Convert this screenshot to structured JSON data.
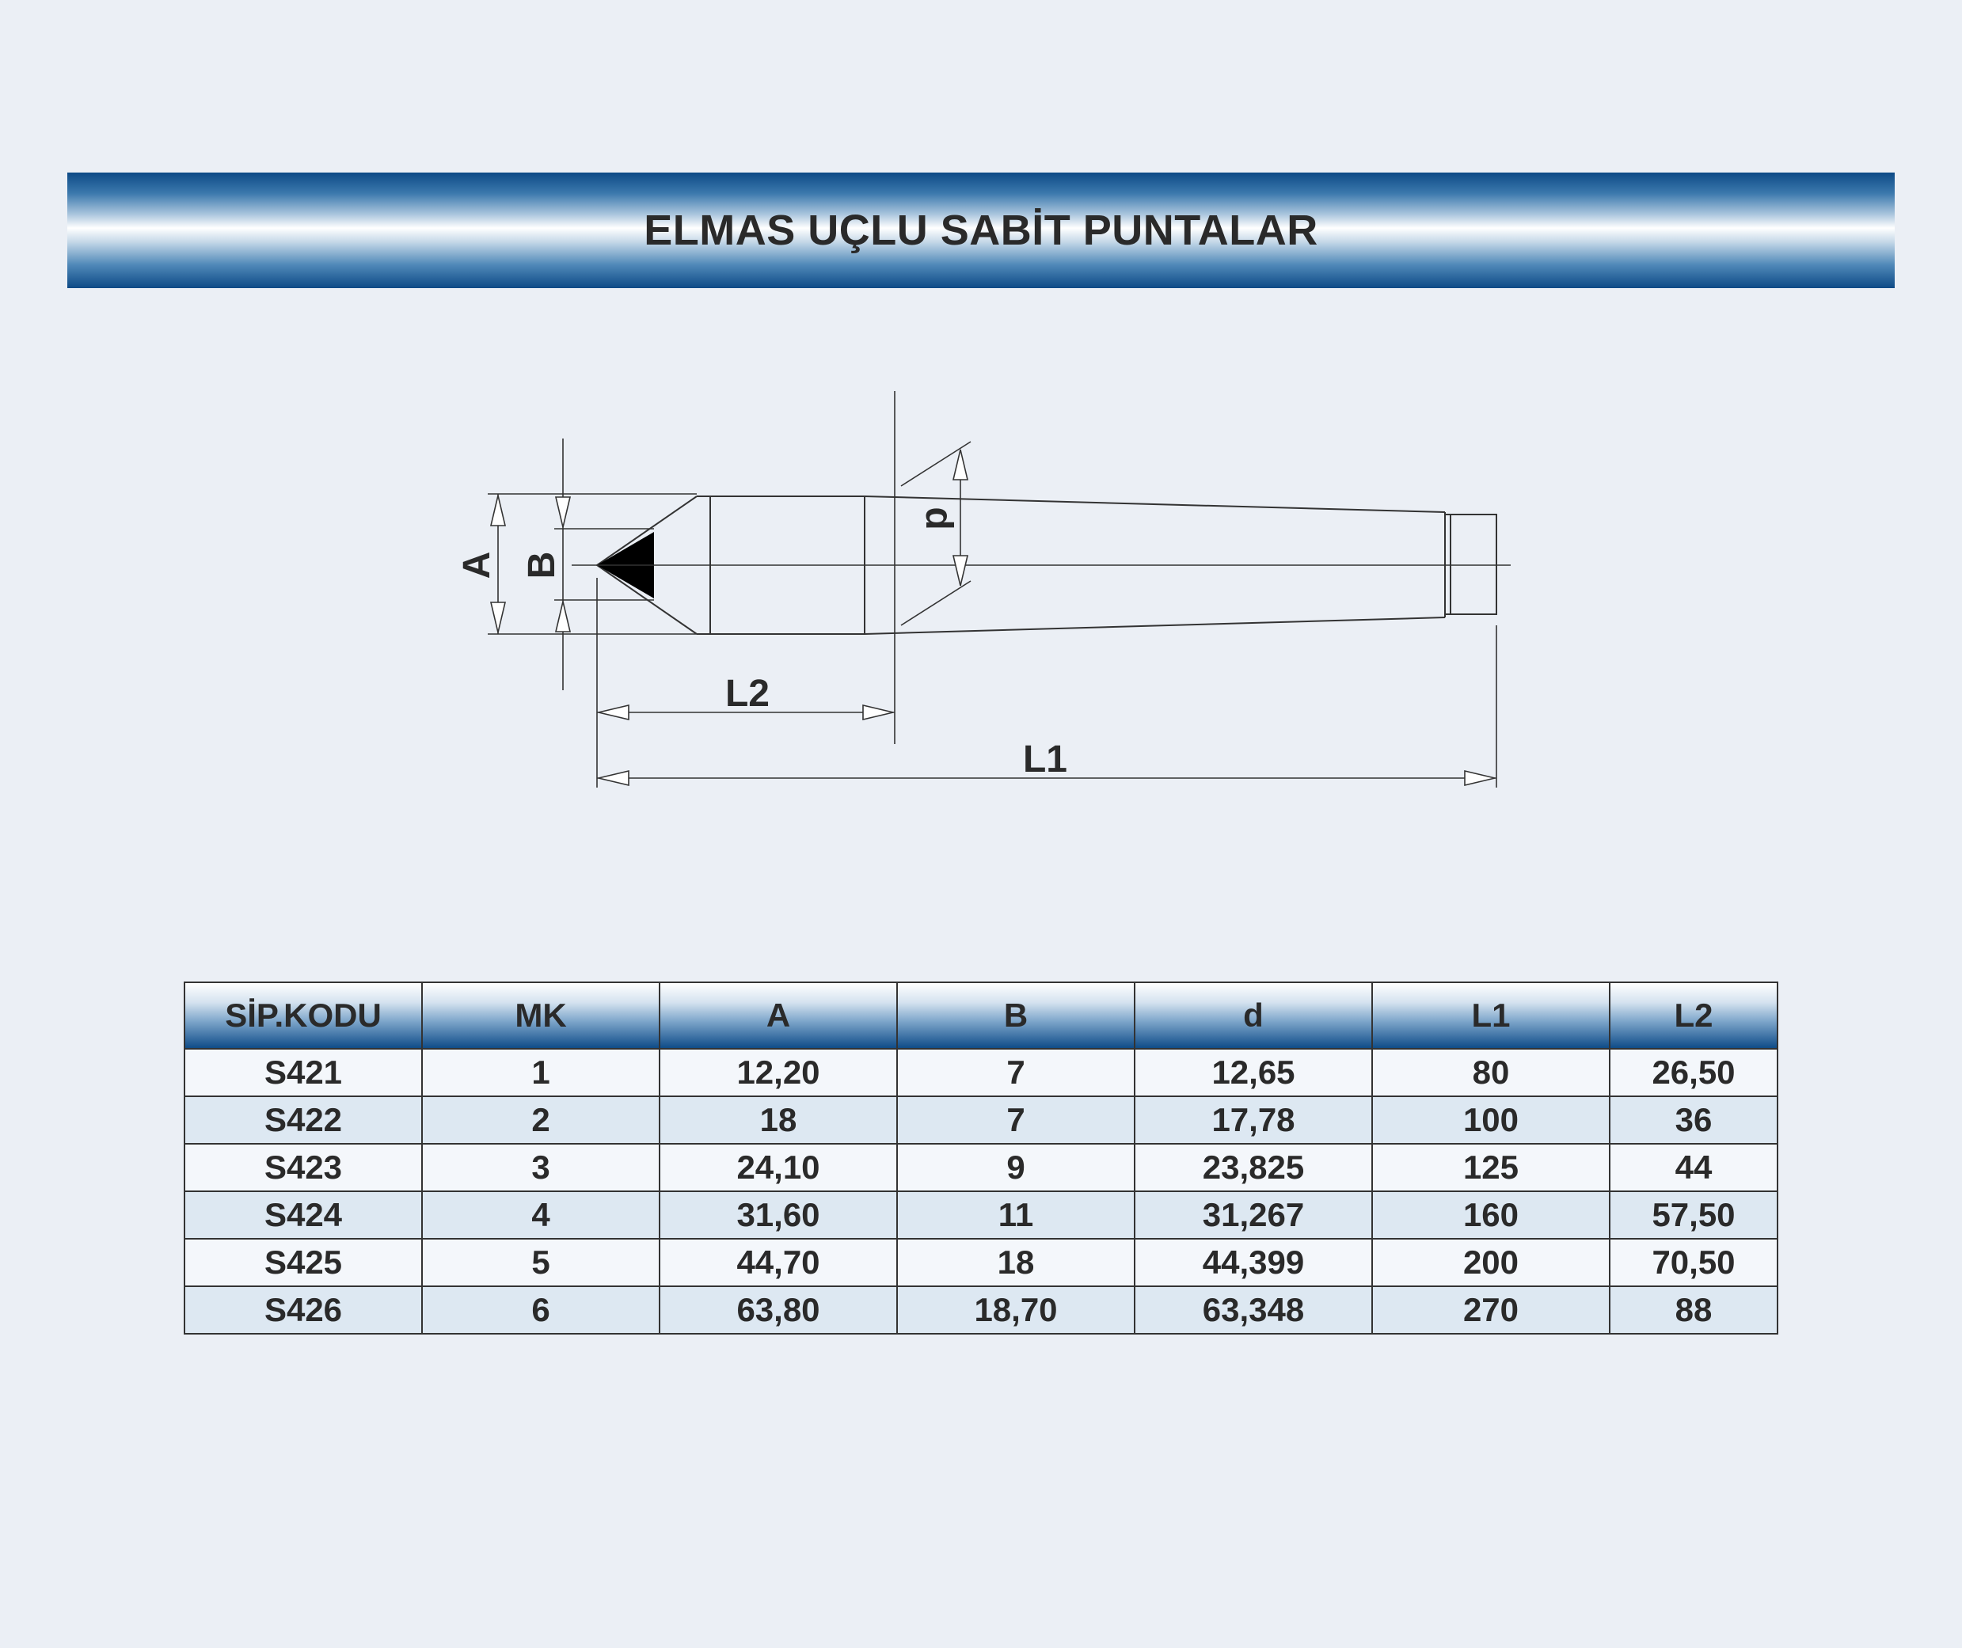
{
  "title": "ELMAS UÇLU SABİT PUNTALAR",
  "drawing": {
    "labels": {
      "a": "A",
      "b": "B",
      "d": "d",
      "l2": "L2",
      "l1": "L1"
    }
  },
  "table": {
    "headers": [
      "SİP.KODU",
      "MK",
      "A",
      "B",
      "d",
      "L1",
      "L2"
    ],
    "rows": [
      [
        "S421",
        "1",
        "12,20",
        "7",
        "12,65",
        "80",
        "26,50"
      ],
      [
        "S422",
        "2",
        "18",
        "7",
        "17,78",
        "100",
        "36"
      ],
      [
        "S423",
        "3",
        "24,10",
        "9",
        "23,825",
        "125",
        "44"
      ],
      [
        "S424",
        "4",
        "31,60",
        "11",
        "31,267",
        "160",
        "57,50"
      ],
      [
        "S425",
        "5",
        "44,70",
        "18",
        "44,399",
        "200",
        "70,50"
      ],
      [
        "S426",
        "6",
        "63,80",
        "18,70",
        "63,348",
        "270",
        "88"
      ]
    ]
  },
  "colors": {
    "band_dark": "#0d4a86",
    "row_alt": "#dde8f2",
    "background": "#ebeff5"
  }
}
